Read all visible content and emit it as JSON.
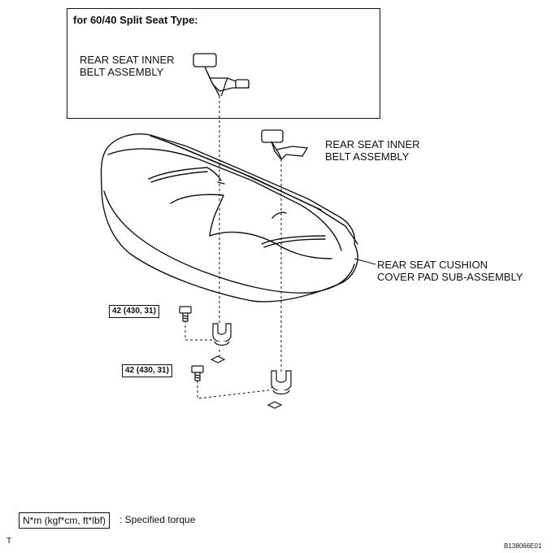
{
  "inset": {
    "title": "for 60/40 Split Seat Type:"
  },
  "labels": {
    "inset_belt": [
      "REAR SEAT INNER",
      "BELT ASSEMBLY"
    ],
    "main_belt": [
      "REAR SEAT INNER",
      "BELT ASSEMBLY"
    ],
    "cushion": [
      "REAR SEAT CUSHION",
      "COVER PAD SUB-ASSEMBLY"
    ]
  },
  "torque": {
    "upper": "42 (430, 31)",
    "lower": "42 (430, 31)"
  },
  "legend": {
    "box": "N*m (kgf*cm, ft*lbf)",
    "text": ": Specified torque"
  },
  "footer": {
    "corner": "T",
    "code": "B138066E01"
  }
}
